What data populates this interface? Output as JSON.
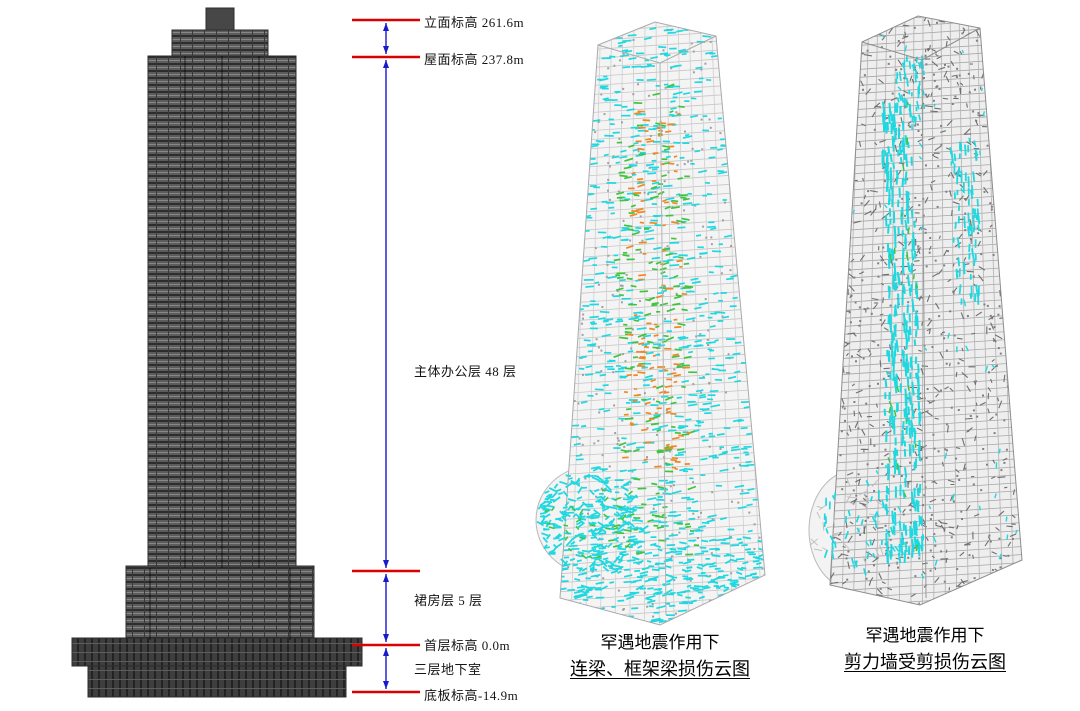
{
  "figure": {
    "background": "#ffffff"
  },
  "elevation_drawing": {
    "annotations": [
      {
        "id": "facade",
        "text": "立面标高 261.6m"
      },
      {
        "id": "roof",
        "text": "屋面标高 237.8m"
      },
      {
        "id": "office-floors",
        "text": "主体办公层 48 层"
      },
      {
        "id": "podium-floors",
        "text": "裙房层 5 层"
      },
      {
        "id": "ground",
        "text": "首层标高 0.0m"
      },
      {
        "id": "basement",
        "text": "三层地下室"
      },
      {
        "id": "base-slab",
        "text": "底板标高-14.9m"
      }
    ],
    "colors": {
      "level_mark_red": "#dd0000",
      "dimension_blue": "#1a1acd",
      "building_gray": "#4f4f4f"
    }
  },
  "damage_views": [
    {
      "caption_line1": "罕遇地震作用下",
      "caption_line2": "连梁、框架梁损伤云图"
    },
    {
      "caption_line1": "罕遇地震作用下",
      "caption_line2": "剪力墙受剪损伤云图"
    }
  ],
  "damage_colors": {
    "slight_cyan": "#1fd8e0",
    "moderate_green": "#3fc43f",
    "severe_orange": "#ef8822",
    "frame_light_gray": "#c2c2c2",
    "frame_dark_gray": "#8b8b8b"
  }
}
